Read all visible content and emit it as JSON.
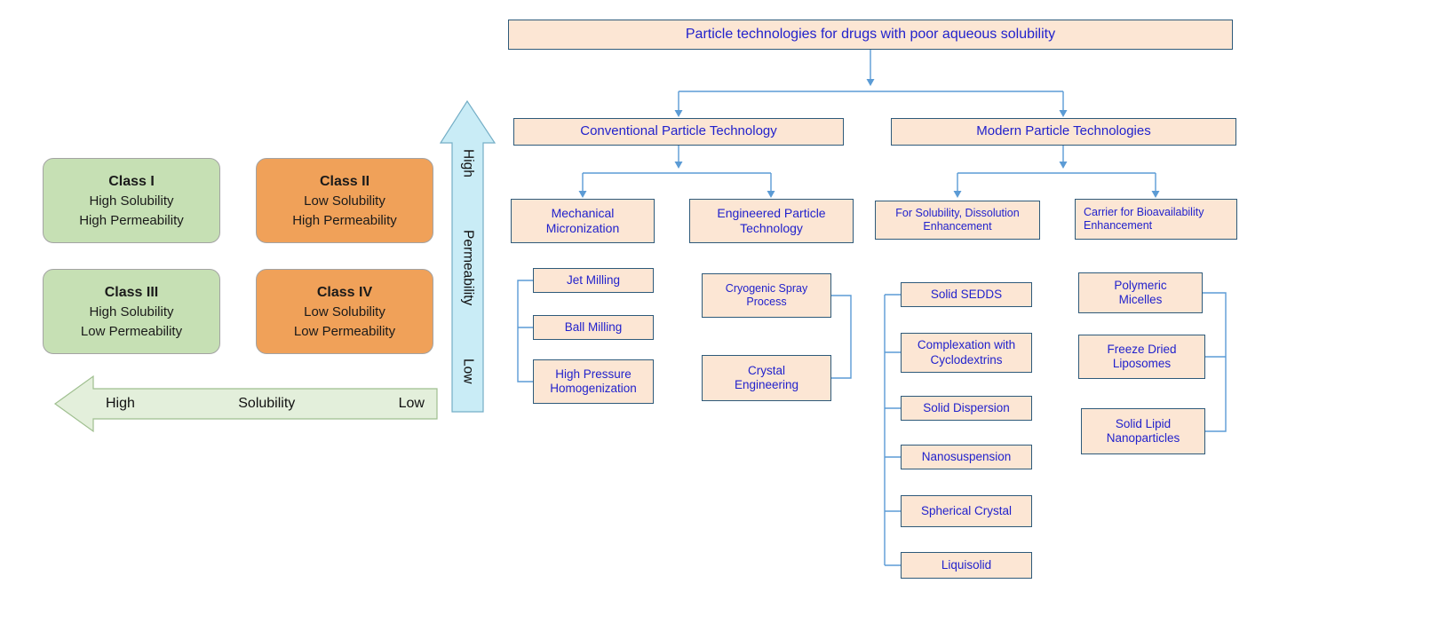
{
  "bcs": {
    "classes": [
      {
        "title": "Class I",
        "line1": "High Solubility",
        "line2": "High Permeability"
      },
      {
        "title": "Class II",
        "line1": "Low Solubility",
        "line2": "High Permeability"
      },
      {
        "title": "Class III",
        "line1": "High Solubility",
        "line2": "Low Permeability"
      },
      {
        "title": "Class IV",
        "line1": "Low Solubility",
        "line2": "Low Permeability"
      }
    ],
    "permeability_axis": {
      "high": "High",
      "label": "Permeability",
      "low": "Low"
    },
    "solubility_axis": {
      "high": "High",
      "label": "Solubility",
      "low": "Low"
    }
  },
  "flowchart": {
    "root": "Particle technologies for drugs with poor aqueous solubility",
    "branches": [
      {
        "label": "Conventional Particle Technology",
        "children": [
          {
            "label": "Mechanical\nMicronization",
            "leaves": [
              "Jet Milling",
              "Ball Milling",
              "High Pressure\nHomogenization"
            ]
          },
          {
            "label": "Engineered Particle\nTechnology",
            "leaves": [
              "Cryogenic Spray\nProcess",
              "Crystal\nEngineering"
            ]
          }
        ]
      },
      {
        "label": "Modern Particle Technologies",
        "children": [
          {
            "label": "For Solubility, Dissolution\nEnhancement",
            "leaves": [
              "Solid SEDDS",
              "Complexation with\nCyclodextrins",
              "Solid Dispersion",
              "Nanosuspension",
              "Spherical Crystal",
              "Liquisolid"
            ]
          },
          {
            "label": "Carrier for Bioavailability\nEnhancement",
            "leaves": [
              "Polymeric\nMicelles",
              "Freeze Dried\nLiposomes",
              "Solid Lipid\nNanoparticles"
            ]
          }
        ]
      }
    ]
  },
  "colors": {
    "node_fill": "#fce6d4",
    "node_border": "#2e5a7a",
    "node_text": "#2222cc",
    "connector": "#5b9bd5",
    "class_green": "#c6e0b4",
    "class_orange": "#f0a159",
    "permeability_arrow_fill": "#c9ecf6",
    "solubility_arrow_fill": "#e3efdb"
  }
}
